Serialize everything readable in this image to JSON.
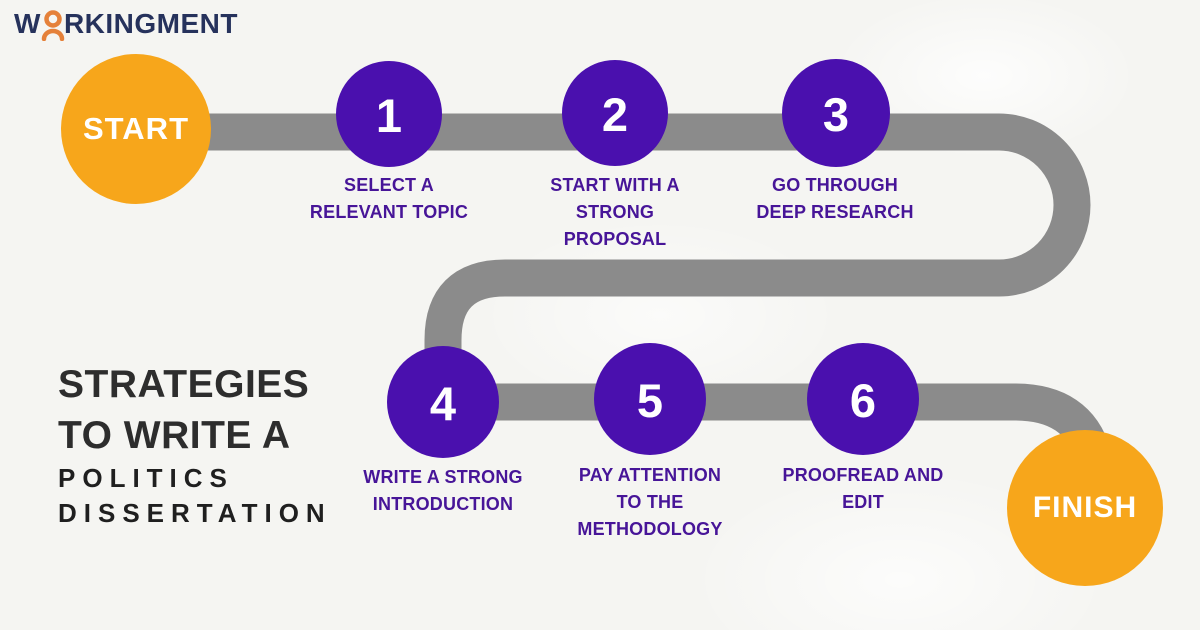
{
  "logo": {
    "prefix": "W",
    "suffix": "RKINGMENT",
    "icon": "person-icon",
    "text_color": "#26325C",
    "icon_color": "#E5813A"
  },
  "headline": {
    "main_line1": "STRATEGIES",
    "main_line2": "TO WRITE A",
    "sub_line1": "POLITICS",
    "sub_line2": "DISSERTATION"
  },
  "flow": {
    "start_label": "START",
    "finish_label": "FINISH",
    "steps": [
      {
        "number": "1",
        "label": "SELECT A\nRELEVANT TOPIC"
      },
      {
        "number": "2",
        "label": "START WITH A\nSTRONG\nPROPOSAL"
      },
      {
        "number": "3",
        "label": "GO THROUGH\nDEEP RESEARCH"
      },
      {
        "number": "4",
        "label": "WRITE A STRONG\nINTRODUCTION"
      },
      {
        "number": "5",
        "label": "PAY ATTENTION\nTO THE\nMETHODOLOGY"
      },
      {
        "number": "6",
        "label": "PROOFREAD AND\nEDIT"
      }
    ],
    "colors": {
      "path_gray": "#8B8B8B",
      "step_circle_purple": "#4A10AE",
      "terminal_yellow": "#F7A61B",
      "label_purple": "#471598",
      "number_white": "#FFFFFF",
      "headline_dark": "#2D2D2D",
      "background": "#F5F5F2"
    }
  }
}
